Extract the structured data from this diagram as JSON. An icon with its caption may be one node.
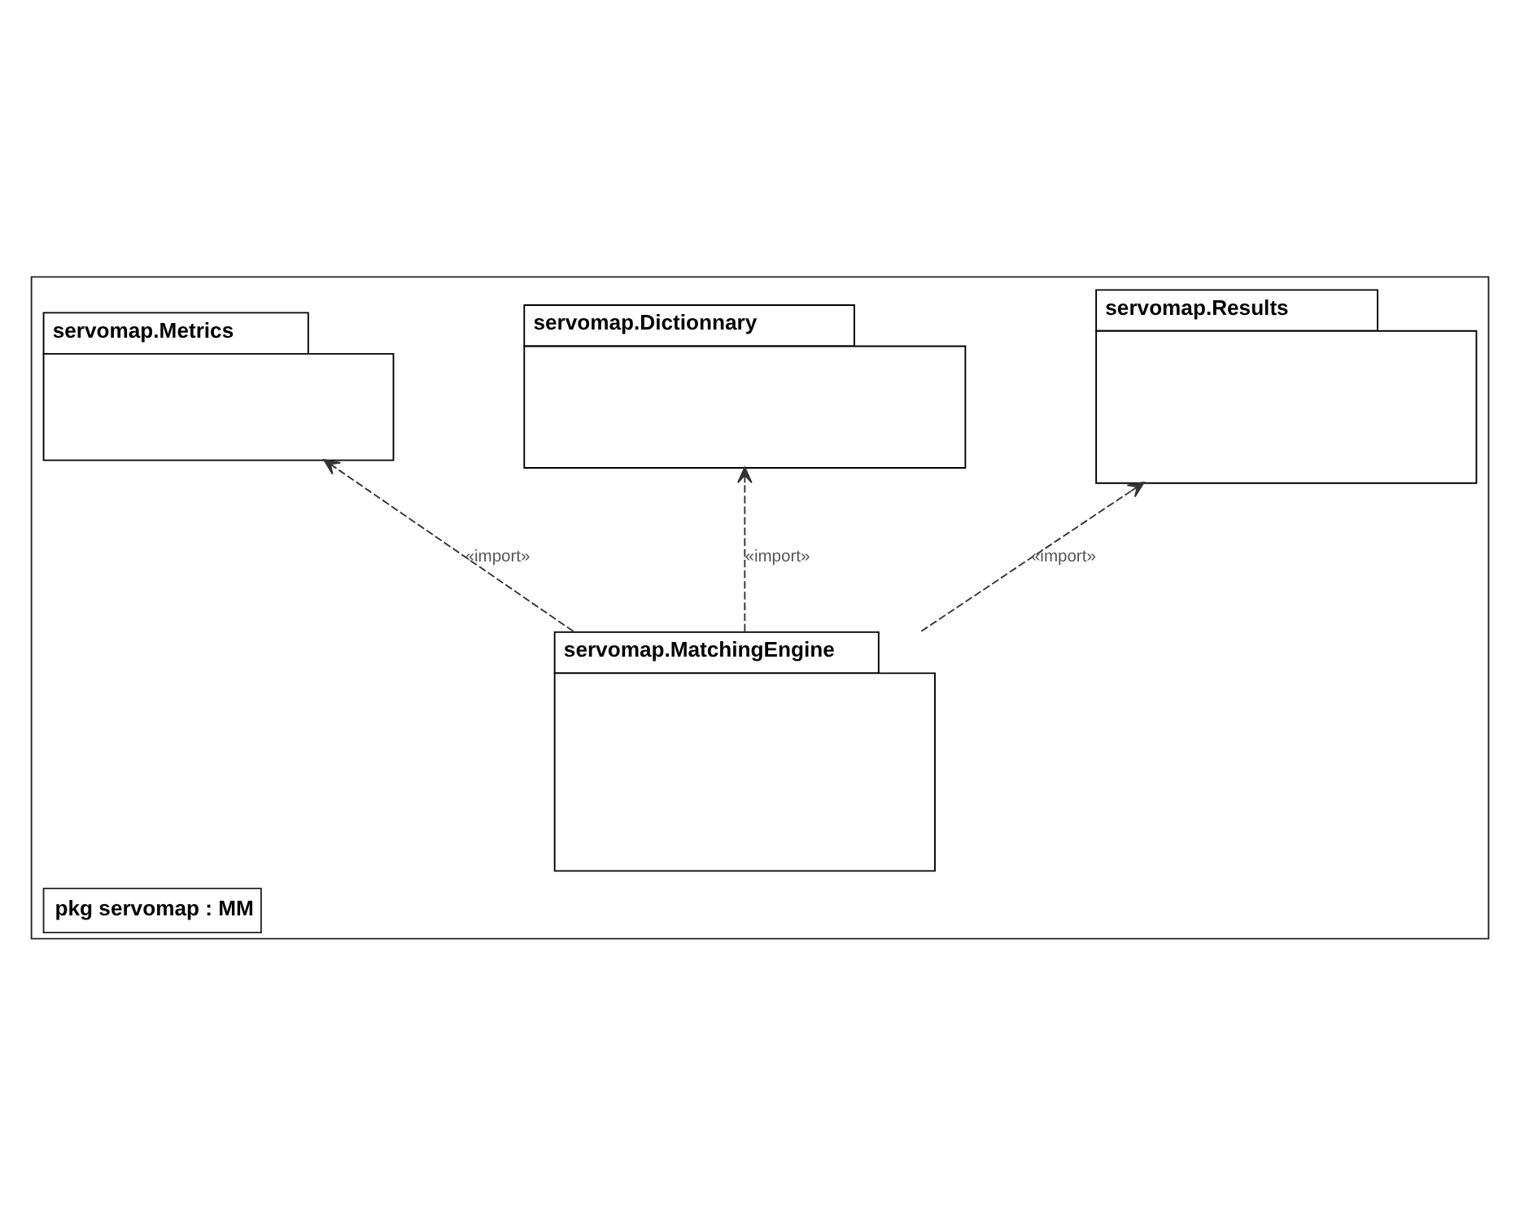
{
  "diagram": {
    "nodes": [
      {
        "text": [
          "pkg servomap : MM"
        ]
      },
      {
        "text": [
          "servomap.Metrics"
        ],
        "in": 0
      },
      {
        "text": [
          "servomap.Dictionnary"
        ],
        "in": 0
      },
      {
        "text": [
          "servomap.MatchingEngine"
        ],
        "in": 0
      },
      {
        "text": [
          "servomap.Results"
        ],
        "in": 0
      }
    ],
    "edges": [
      {
        "from": 3,
        "to": 1,
        "arrow": "to",
        "label": "«import»",
        "style": "dashed"
      },
      {
        "from": 3,
        "to": 2,
        "arrow": "to",
        "label": "«import»",
        "style": "dashed"
      },
      {
        "from": 3,
        "to": 4,
        "arrow": "to",
        "label": "«import»",
        "style": "dashed"
      }
    ]
  }
}
